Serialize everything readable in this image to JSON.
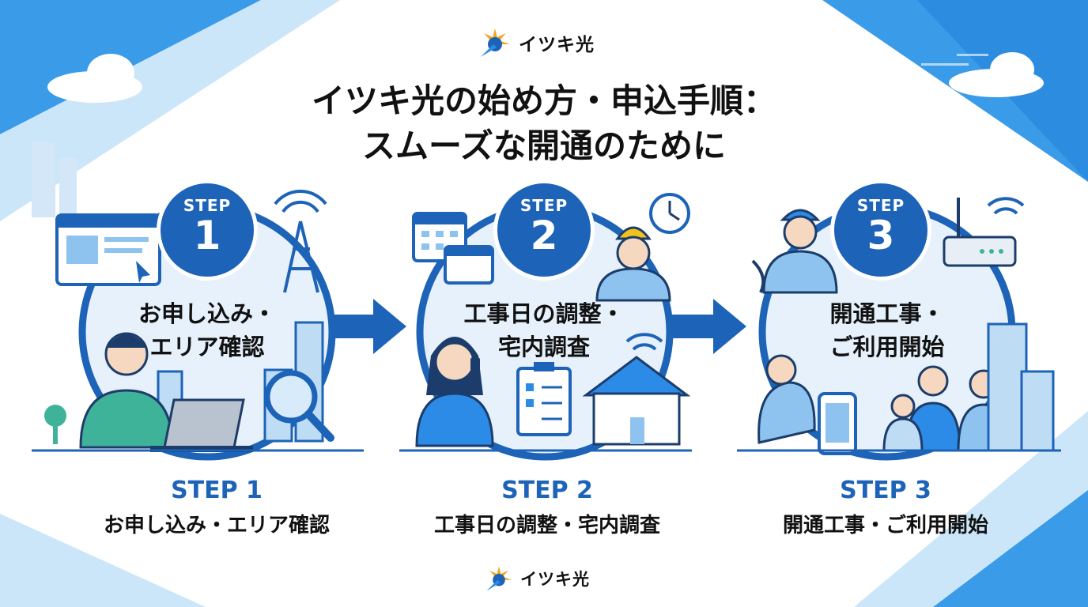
{
  "brand": {
    "name": "イツキ光",
    "logo_icon": "sun-flare-icon"
  },
  "title": {
    "line1": "イツキ光の始め方・申込手順：",
    "line2": "スムーズな開通のために"
  },
  "colors": {
    "primary": "#1d63b8",
    "light": "#dcecfb",
    "accent": "#2b8be6"
  },
  "steps": [
    {
      "badge_label": "STEP",
      "number": "1",
      "circle_lines": [
        "お申し込み・",
        "エリア確認"
      ],
      "caption_label": "STEP 1",
      "caption": "お申し込み・エリア確認",
      "icons": [
        "browser-window-icon",
        "cell-tower-icon",
        "laptop-icon",
        "magnifier-icon",
        "person-icon",
        "buildings-icon"
      ]
    },
    {
      "badge_label": "STEP",
      "number": "2",
      "circle_lines": [
        "工事日の調整・",
        "宅内調査"
      ],
      "caption_label": "STEP 2",
      "caption": "工事日の調整・宅内調査",
      "icons": [
        "calendar-icon",
        "clock-icon",
        "worker-icon",
        "woman-phone-icon",
        "clipboard-icon",
        "house-icon",
        "wifi-icon"
      ]
    },
    {
      "badge_label": "STEP",
      "number": "3",
      "circle_lines": [
        "開通工事・",
        "ご利用開始"
      ],
      "caption_label": "STEP 3",
      "caption": "開通工事・ご利用開始",
      "icons": [
        "technician-icon",
        "router-icon",
        "wifi-icon",
        "smartphone-icon",
        "family-icon",
        "buildings-icon"
      ]
    }
  ]
}
